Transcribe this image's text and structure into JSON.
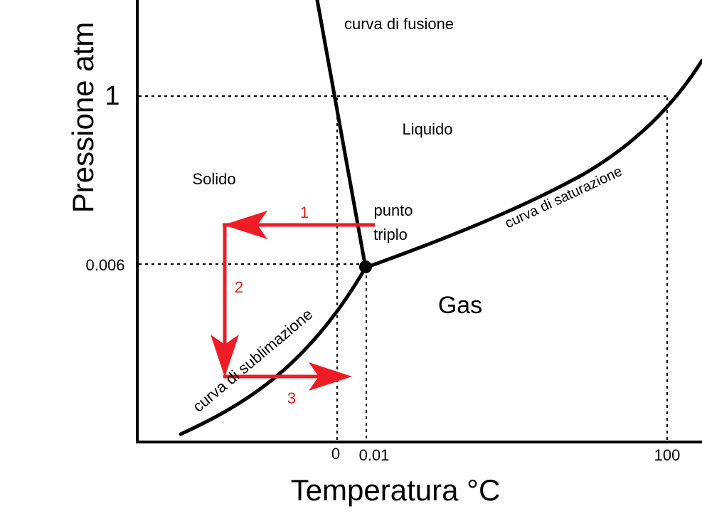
{
  "axes": {
    "y_label": "Pressione atm",
    "x_label": "Temperatura °C",
    "y_ticks": [
      "1",
      "0.006"
    ],
    "x_ticks": [
      "0",
      "0.01",
      "100"
    ]
  },
  "regions": {
    "solid": "Solido",
    "liquid": "Liquido",
    "gas": "Gas"
  },
  "curves": {
    "fusion": "curva di fusione",
    "saturation": "curva di saturazione",
    "sublimation": "curva di sublimazione"
  },
  "triple_point": {
    "line1": "punto",
    "line2": "triplo"
  },
  "steps": [
    "1",
    "2",
    "3"
  ],
  "colors": {
    "axis": "#000000",
    "curve": "#000000",
    "arrow": "#ee1c24",
    "step_label": "#e0201c"
  }
}
